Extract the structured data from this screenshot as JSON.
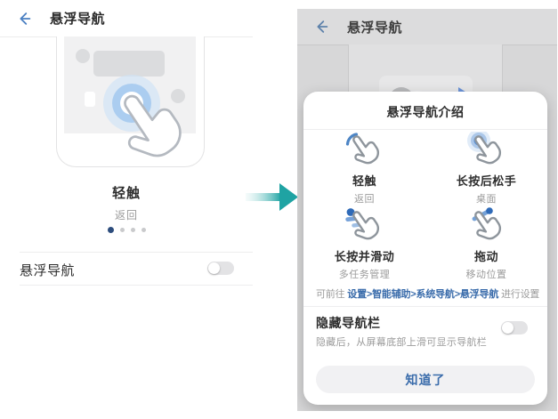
{
  "colors": {
    "accent_blue": "#3A6CAB",
    "back_arrow_blue": "#4B80C2",
    "teal_arrow": "#1FA3A3",
    "ripple_blue": "#ABCDF0",
    "dim_overlay": "#D7D7D8"
  },
  "left_screen": {
    "header": {
      "title": "悬浮导航",
      "back_icon": "back-arrow-icon"
    },
    "carousel": {
      "gesture_label": "轻触",
      "gesture_sublabel": "返回",
      "pager": {
        "dot_count": 4,
        "active_index": 0
      }
    },
    "toggle_row": {
      "label": "悬浮导航",
      "state": "off"
    }
  },
  "transition": {
    "icon": "transition-arrow-icon",
    "direction": "right"
  },
  "right_screen": {
    "header": {
      "title": "悬浮导航",
      "back_icon": "back-arrow-icon"
    },
    "dialog": {
      "title": "悬浮导航介绍",
      "gestures": [
        {
          "icon": "tap-gesture-icon",
          "label": "轻触",
          "sublabel": "返回"
        },
        {
          "icon": "long-press-release-gesture-icon",
          "label": "长按后松手",
          "sublabel": "桌面"
        },
        {
          "icon": "press-slide-gesture-icon",
          "label": "长按并滑动",
          "sublabel": "多任务管理"
        },
        {
          "icon": "drag-gesture-icon",
          "label": "拖动",
          "sublabel": "移动位置"
        }
      ],
      "note": {
        "prefix": "可前往 ",
        "path": "设置>智能辅助>系统导航>悬浮导航",
        "suffix": " 进行设置"
      },
      "hide_row": {
        "label": "隐藏导航栏",
        "sublabel": "隐藏后，从屏幕底部上滑可显示导航栏",
        "state": "off"
      },
      "confirm_label": "知道了"
    }
  }
}
